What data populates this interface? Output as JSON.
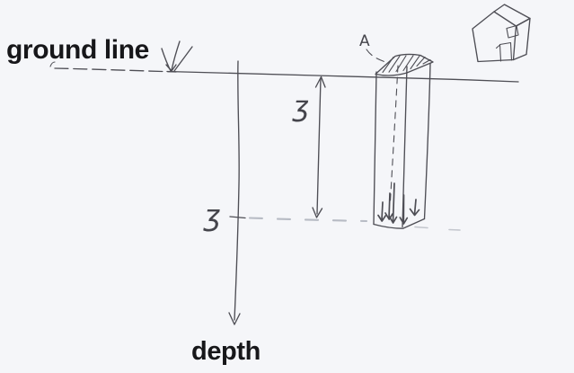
{
  "labels": {
    "ground_line": "ground line",
    "depth": "depth",
    "z_measure": "ʒ",
    "z_axis_mark": "ʒ",
    "point_a": "A"
  },
  "colors": {
    "background": "#f5f6f9",
    "ink": "#4e4e55",
    "label_text": "#17171a",
    "faint_dash": "#b7bbc4"
  },
  "icons": {
    "grass_arrow": "ground-line-pointer-icon",
    "depth_axis_arrow": "down-arrow-icon",
    "measure_arrow": "double-headed-arrow-icon",
    "pile": "pile-sketch-icon",
    "pile_load_arrows": "down-arrows-icon",
    "house": "house-sketch-icon"
  }
}
